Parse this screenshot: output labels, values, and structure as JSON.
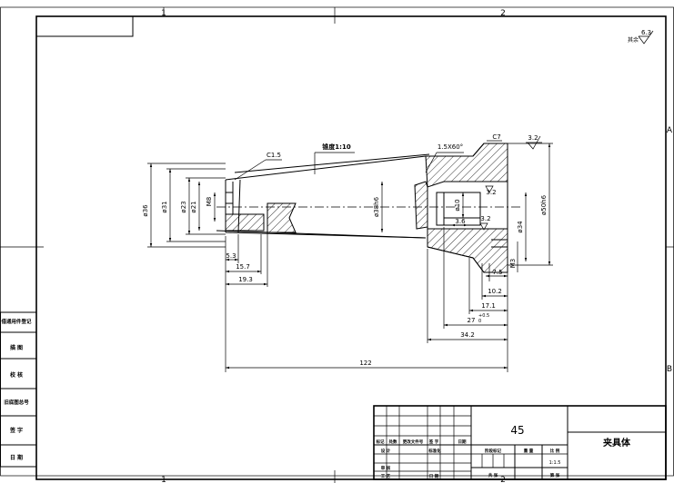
{
  "zones": {
    "top_1": "1",
    "top_2": "2",
    "side_a": "A",
    "side_b": "B",
    "bottom_1": "1",
    "bottom_2": "2"
  },
  "roughness_global": {
    "value": "6.3",
    "label": "其余"
  },
  "callouts": {
    "taper": "锥度1:10",
    "chamfer_right": "1.5X60°",
    "c7": "C7",
    "c15": "C1.5",
    "rough_top": "3.2",
    "rough_mid1": "3.2",
    "rough_mid2": "3.2"
  },
  "vertical_dims": {
    "d36": "ø36",
    "d31": "ø31",
    "d23": "ø23",
    "d21": "ø21",
    "m8": "M8",
    "d38h6": "ø38h6",
    "d10": "ø10",
    "d34": "ø34",
    "d50h6": "ø50h6",
    "m3": "M3"
  },
  "horizontal_dims": {
    "l3_6": "3.6",
    "l5_3": "5.3",
    "l15_7": "15.7",
    "l19_3": "19.3",
    "l7_5": "7.5",
    "l10_2": "10.2",
    "l17_1": "17.1",
    "l27": "27",
    "l27_tol_up": "+0.5",
    "l27_tol_low": "0",
    "l34_2": "34.2",
    "l122": "122"
  },
  "left_panel": [
    "借通用件登记",
    "描 图",
    "校 核",
    "旧底图总号",
    "签 字",
    "日 期"
  ],
  "title_block": {
    "material": "45",
    "part_name": "夹具体",
    "scale": "1:1.5",
    "row_labels": [
      "标记",
      "处数",
      "更改文件号",
      "签 字",
      "日期"
    ],
    "row_labels2": [
      "设 计",
      "标准化"
    ],
    "stage_label": "阶段标记",
    "weight_label": "重 量",
    "scale_label": "比 例",
    "bottom_labels": [
      "审 核",
      "工 艺",
      "日 期",
      "共 张",
      "第 张"
    ]
  }
}
